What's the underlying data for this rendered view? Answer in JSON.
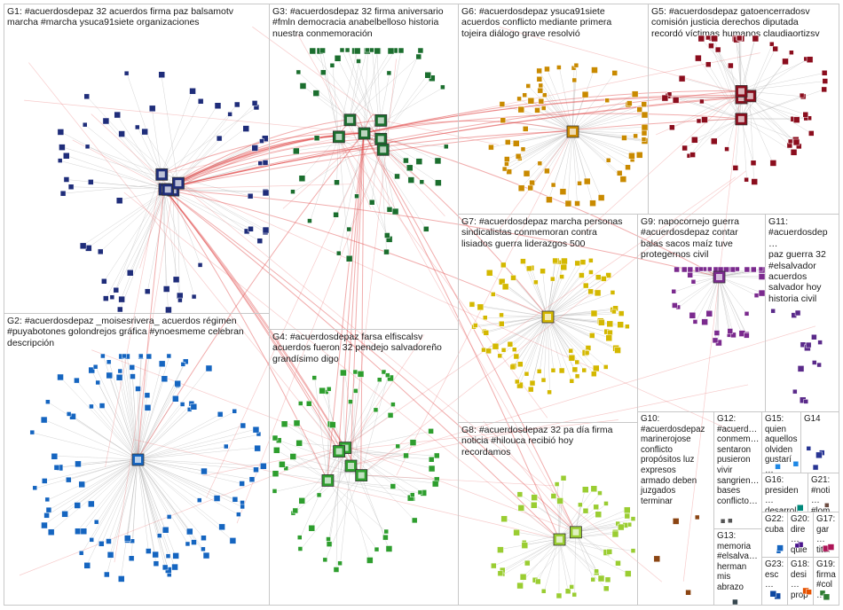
{
  "groups": [
    {
      "id": "G1",
      "label": "G1: #acuerdosdepaz 32 acuerdos firma paz balsamotv\nmarcha #marcha ysuca91siete organizaciones",
      "color": "#1f2d7a"
    },
    {
      "id": "G3",
      "label": "G3: #acuerdosdepaz 32 firma aniversario\n#fmln democracia anabelbelloso historia\nnuestra conmemoración",
      "color": "#1b6e2e"
    },
    {
      "id": "G6",
      "label": "G6: #acuerdosdepaz ysuca91siete\nacuerdos conflicto mediante primera\ntojeira diálogo grave resolvió",
      "color": "#c98a00"
    },
    {
      "id": "G5",
      "label": "G5: #acuerdosdepaz gatoencerradosv\ncomisión justicia derechos diputada\nrecordó víctimas humanos claudiaortizsv",
      "color": "#8b0d1d"
    },
    {
      "id": "G2",
      "label": "G2: #acuerdosdepaz _moisesrivera_ acuerdos régimen\n#puyabotones golondrejos gráfica #ynoesmeme celebran\ndescripción",
      "color": "#1565c0"
    },
    {
      "id": "G7",
      "label": "G7: #acuerdosdepaz marcha personas\nsindicalistas conmemoran contra\nlisiados guerra liderazgos 500",
      "color": "#d4b800"
    },
    {
      "id": "G9",
      "label": "G9: napocornejo guerra\n#acuerdosdepaz contar\nbalas sacos maíz tuve\nprotegernos civil",
      "color": "#7b2a8e"
    },
    {
      "id": "G11",
      "label": "G11:\n#acuerdosdep…\npaz guerra 32\n#elsalvador\nacuerdos\nsalvador hoy\nhistoria civil",
      "color": "#5a2a8a"
    },
    {
      "id": "G4",
      "label": "G4: #acuerdosdepaz farsa elfiscalsv\nacuerdos fueron 32 pendejo salvadoreño\ngrandísimo digo",
      "color": "#2e9e2e"
    },
    {
      "id": "G8",
      "label": "G8: #acuerdosdepaz 32 pa día firma\nnoticia #hilouca recibió hoy\nrecordamos",
      "color": "#9acd32"
    },
    {
      "id": "G10",
      "label": "G10:\n#acuerdosdepaz\nmarinerojose\nconflicto\npropósitos luz\nexpresos\narmado deben\njuzgados\nterminar",
      "color": "#8b4513"
    },
    {
      "id": "G12",
      "label": "G12:\n#acuerd…\nconmem…\nsentaron\npusieron\nvivir\nsangrien…\nbases\nconflicto…",
      "color": "#555555"
    },
    {
      "id": "G15",
      "label": "G15:\nquien\naquellos\nolviden\ngustarí…",
      "color": "#1e88e5"
    },
    {
      "id": "G14",
      "label": "G14",
      "color": "#283593"
    },
    {
      "id": "G16",
      "label": "G16:\npresiden…\ndesarroll…",
      "color": "#00897b"
    },
    {
      "id": "G21",
      "label": "G21:\n#noti…\n#lom…",
      "color": "#6d4c41"
    },
    {
      "id": "G13",
      "label": "G13:\nmemoria\n#elsalva…\nherman\nmis\nabrazo",
      "color": "#37474f"
    },
    {
      "id": "G22",
      "label": "G22:\ncuba",
      "color": "#1565c0"
    },
    {
      "id": "G20",
      "label": "G20:\ndire…\nquie…",
      "color": "#4a148c"
    },
    {
      "id": "G17",
      "label": "G17:\ngar…\ntitul…",
      "color": "#ad1457"
    },
    {
      "id": "G23",
      "label": "G23:\nesc…",
      "color": "#0d47a1"
    },
    {
      "id": "G18",
      "label": "G18:\ndesi…\nprop…",
      "color": "#e65100"
    },
    {
      "id": "G19",
      "label": "G19:\nfirma\n#col…",
      "color": "#2e7d32"
    }
  ]
}
